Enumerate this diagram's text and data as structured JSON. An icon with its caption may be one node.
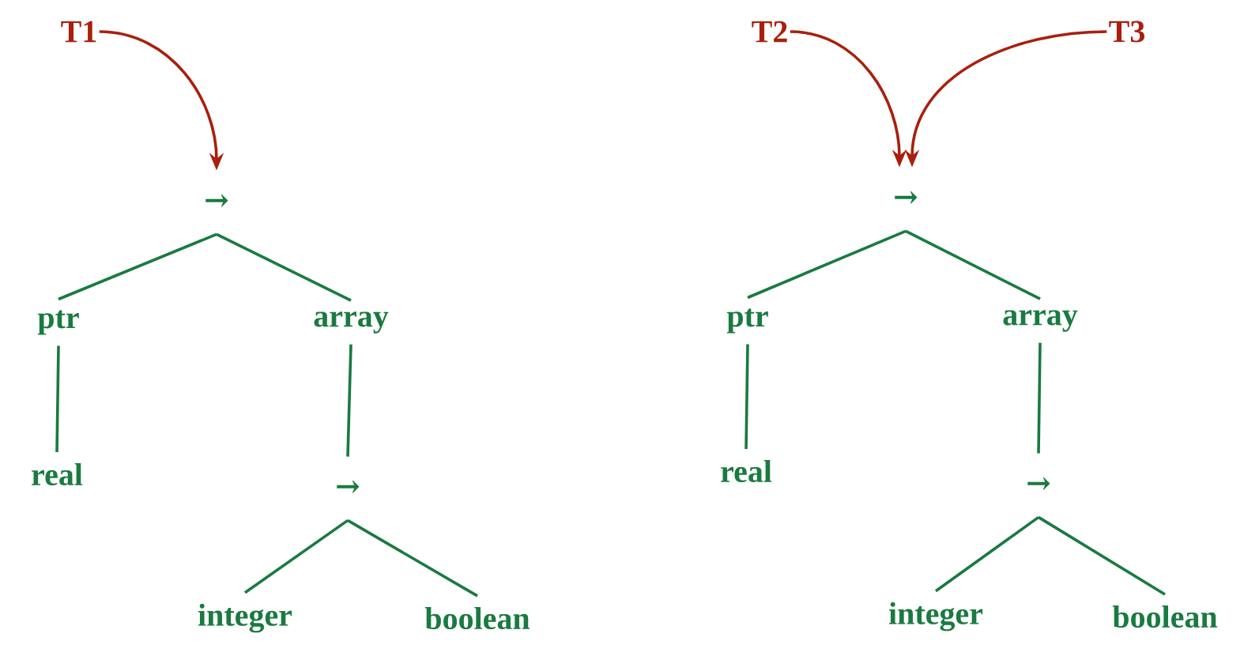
{
  "diagram": {
    "nodes": [
      {
        "text": [
          "T1"
        ]
      },
      {
        "text": [
          "→"
        ]
      },
      {
        "text": [
          "ptr"
        ]
      },
      {
        "text": [
          "array"
        ]
      },
      {
        "text": [
          "real"
        ]
      },
      {
        "text": [
          "→"
        ]
      },
      {
        "text": [
          "integer"
        ]
      },
      {
        "text": [
          "boolean"
        ]
      },
      {
        "text": [
          "T2"
        ]
      },
      {
        "text": [
          "T3"
        ]
      },
      {
        "text": [
          "→"
        ]
      },
      {
        "text": [
          "ptr"
        ]
      },
      {
        "text": [
          "array"
        ]
      },
      {
        "text": [
          "real"
        ]
      },
      {
        "text": [
          "→"
        ]
      },
      {
        "text": [
          "integer"
        ]
      },
      {
        "text": [
          "boolean"
        ]
      }
    ],
    "edges": [
      {
        "from": 0,
        "to": 1,
        "arrow": "to",
        "color": "#a8200d"
      },
      {
        "from": 1,
        "to": 2,
        "arrow": "none"
      },
      {
        "from": 1,
        "to": 3,
        "arrow": "none"
      },
      {
        "from": 2,
        "to": 4,
        "arrow": "none"
      },
      {
        "from": 3,
        "to": 5,
        "arrow": "none"
      },
      {
        "from": 5,
        "to": 6,
        "arrow": "none"
      },
      {
        "from": 5,
        "to": 7,
        "arrow": "none"
      },
      {
        "from": 8,
        "to": 10,
        "arrow": "to",
        "color": "#a8200d"
      },
      {
        "from": 9,
        "to": 10,
        "arrow": "to",
        "color": "#a8200d"
      },
      {
        "from": 10,
        "to": 11,
        "arrow": "none"
      },
      {
        "from": 10,
        "to": 12,
        "arrow": "none"
      },
      {
        "from": 11,
        "to": 13,
        "arrow": "none"
      },
      {
        "from": 12,
        "to": 14,
        "arrow": "none"
      },
      {
        "from": 14,
        "to": 15,
        "arrow": "none"
      },
      {
        "from": 14,
        "to": 16,
        "arrow": "none"
      }
    ]
  }
}
